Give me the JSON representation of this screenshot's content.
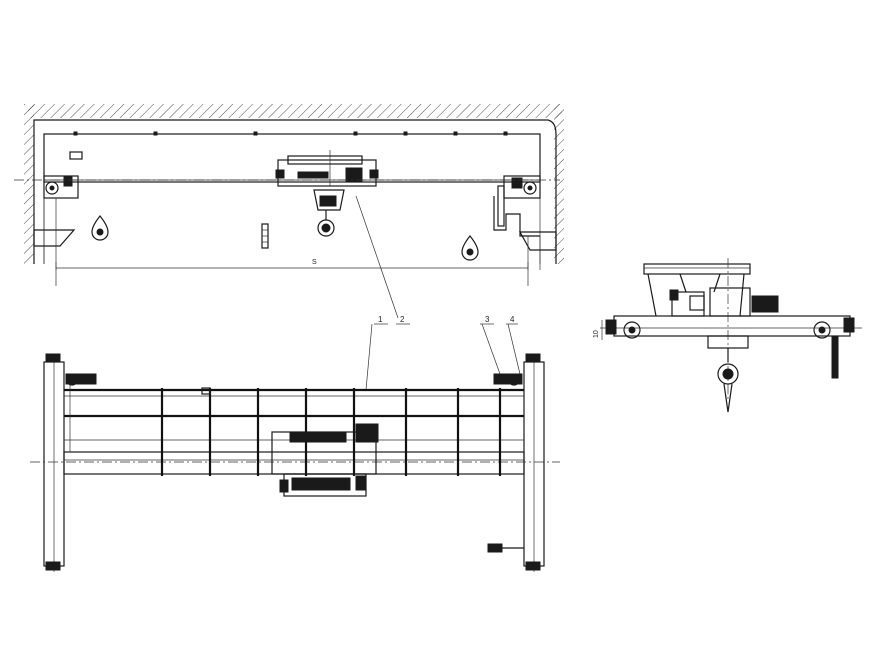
{
  "labels": {
    "span": "S",
    "part_1": "1",
    "part_2": "2",
    "part_3": "3",
    "part_4": "4",
    "side_dim": "10"
  }
}
